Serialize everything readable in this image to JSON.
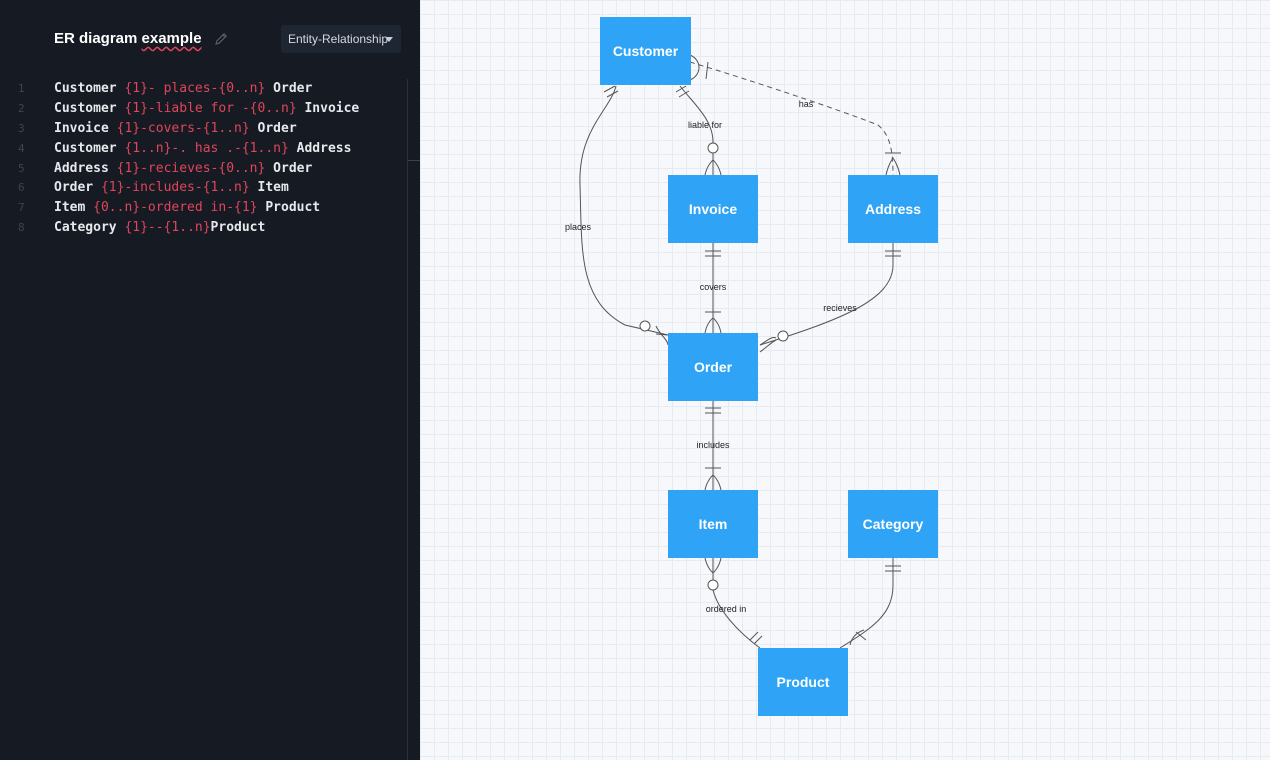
{
  "header": {
    "title_plain": "ER diagram ",
    "title_underlined": "example",
    "diagram_type": "Entity-Relationship"
  },
  "editor_lines": [
    {
      "n": "1",
      "segs": [
        {
          "t": "Customer ",
          "c": "w"
        },
        {
          "t": "{1}- places-{0..n}",
          "c": "r"
        },
        {
          "t": " Order",
          "c": "w"
        }
      ]
    },
    {
      "n": "2",
      "segs": [
        {
          "t": "Customer ",
          "c": "w"
        },
        {
          "t": "{1}-liable for -{0..n}",
          "c": "r"
        },
        {
          "t": " Invoice",
          "c": "w"
        }
      ]
    },
    {
      "n": "3",
      "segs": [
        {
          "t": "Invoice ",
          "c": "w"
        },
        {
          "t": "{1}-covers-{1..n}",
          "c": "r"
        },
        {
          "t": " Order",
          "c": "w"
        }
      ]
    },
    {
      "n": "4",
      "segs": [
        {
          "t": "Customer ",
          "c": "w"
        },
        {
          "t": "{1..n}-. has .-{1..n}",
          "c": "r"
        },
        {
          "t": " Address",
          "c": "w"
        }
      ]
    },
    {
      "n": "5",
      "segs": [
        {
          "t": "Address ",
          "c": "w"
        },
        {
          "t": "{1}-recieves-{0..n}",
          "c": "r"
        },
        {
          "t": " Order",
          "c": "w"
        }
      ]
    },
    {
      "n": "6",
      "segs": [
        {
          "t": "Order ",
          "c": "w"
        },
        {
          "t": "{1}-includes-{1..n}",
          "c": "r"
        },
        {
          "t": " Item",
          "c": "w"
        }
      ]
    },
    {
      "n": "7",
      "segs": [
        {
          "t": "Item ",
          "c": "w"
        },
        {
          "t": "{0..n}-ordered in-{1}",
          "c": "r"
        },
        {
          "t": " Product",
          "c": "w"
        }
      ]
    },
    {
      "n": "8",
      "segs": [
        {
          "t": "Category ",
          "c": "w"
        },
        {
          "t": "{1}--{1..n}",
          "c": "r"
        },
        {
          "t": "Product",
          "c": "w"
        }
      ]
    }
  ],
  "entities": [
    {
      "id": "customer",
      "label": "Customer"
    },
    {
      "id": "invoice",
      "label": "Invoice"
    },
    {
      "id": "address",
      "label": "Address"
    },
    {
      "id": "order",
      "label": "Order"
    },
    {
      "id": "item",
      "label": "Item"
    },
    {
      "id": "category",
      "label": "Category"
    },
    {
      "id": "product",
      "label": "Product"
    }
  ],
  "relationships": [
    {
      "id": "places",
      "label": "places"
    },
    {
      "id": "liable",
      "label": "liable for"
    },
    {
      "id": "has",
      "label": "has"
    },
    {
      "id": "covers",
      "label": "covers"
    },
    {
      "id": "recieves",
      "label": "recieves"
    },
    {
      "id": "includes",
      "label": "includes"
    },
    {
      "id": "ordered",
      "label": "ordered in"
    },
    {
      "id": "catprod",
      "label": ""
    }
  ],
  "colors": {
    "entity_fill": "#2fa3f6",
    "entity_text": "#ffffff",
    "edge": "#555555",
    "code_red": "#e0455b"
  },
  "icons": [
    "pencil-icon",
    "caret-down-icon"
  ]
}
